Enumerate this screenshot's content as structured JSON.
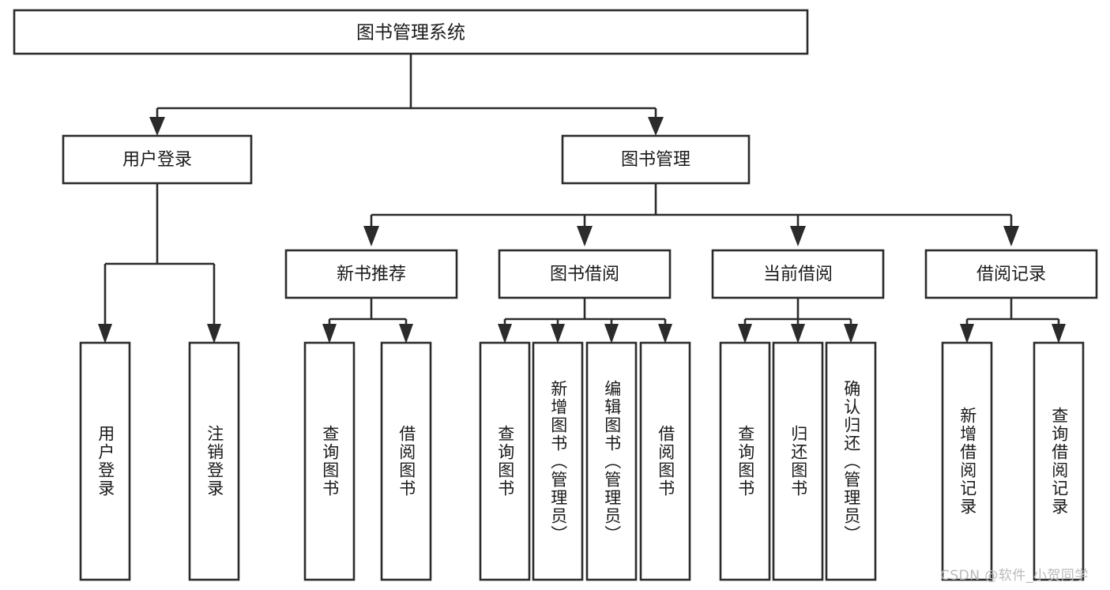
{
  "diagram": {
    "type": "tree-hierarchy",
    "title": "图书管理系统",
    "watermark": "CSDN @软件_小贺同学",
    "colors": {
      "stroke": "#2b2b2b",
      "fill": "#ffffff",
      "text": "#1a1a1a",
      "watermark": "#b9b9b9",
      "background": "#ffffff"
    },
    "root": {
      "label": "图书管理系统"
    },
    "level2": [
      {
        "label": "用户登录"
      },
      {
        "label": "图书管理"
      }
    ],
    "level3": [
      {
        "label": "新书推荐"
      },
      {
        "label": "图书借阅"
      },
      {
        "label": "当前借阅"
      },
      {
        "label": "借阅记录"
      }
    ],
    "leaves": {
      "user_login": [
        {
          "label": "用户登录"
        },
        {
          "label": "注销登录"
        }
      ],
      "new_book_recommend": [
        {
          "label": "查询图书"
        },
        {
          "label": "借阅图书"
        }
      ],
      "book_borrow": [
        {
          "label": "查询图书"
        },
        {
          "label": "新增图书（管理员）"
        },
        {
          "label": "编辑图书（管理员）"
        },
        {
          "label": "借阅图书"
        }
      ],
      "current_borrow": [
        {
          "label": "查询图书"
        },
        {
          "label": "归还图书"
        },
        {
          "label": "确认归还（管理员）"
        }
      ],
      "borrow_record": [
        {
          "label": "新增借阅记录"
        },
        {
          "label": "查询借阅记录"
        }
      ]
    }
  }
}
